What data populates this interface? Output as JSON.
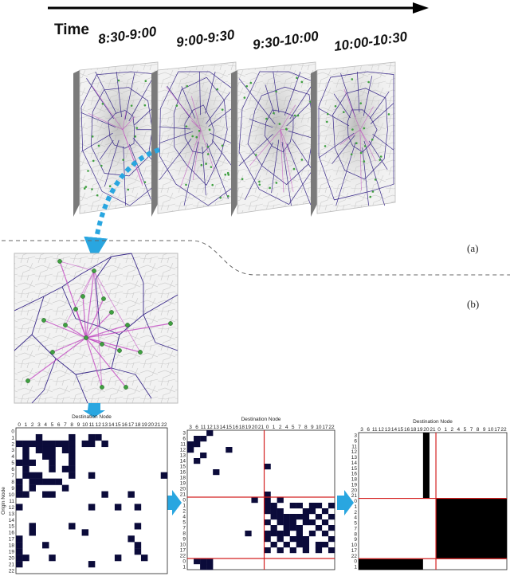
{
  "header": {
    "time_label": "Time",
    "windows": [
      "8:30-9:00",
      "9:00-9:30",
      "9:30-10:00",
      "10:00-10:30"
    ]
  },
  "labels": {
    "a": "(a)",
    "b": "(b)"
  },
  "matrices": [
    {
      "x_title": "Destination Node",
      "y_title": "Origin Node",
      "cols": [
        "0",
        "1",
        "2",
        "3",
        "4",
        "5",
        "6",
        "7",
        "8",
        "9",
        "10",
        "11",
        "12",
        "13",
        "14",
        "15",
        "16",
        "17",
        "18",
        "19",
        "20",
        "21",
        "22"
      ],
      "rows": [
        "0",
        "1",
        "2",
        "3",
        "4",
        "5",
        "6",
        "7",
        "8",
        "9",
        "10",
        "11",
        "12",
        "13",
        "14",
        "15",
        "16",
        "17",
        "18",
        "19",
        "20",
        "21",
        "22"
      ],
      "cells": [
        [
          1,
          3
        ],
        [
          1,
          8
        ],
        [
          1,
          11
        ],
        [
          1,
          12
        ],
        [
          2,
          0
        ],
        [
          2,
          1
        ],
        [
          2,
          2
        ],
        [
          2,
          3
        ],
        [
          2,
          4
        ],
        [
          2,
          5
        ],
        [
          2,
          6
        ],
        [
          2,
          7
        ],
        [
          2,
          8
        ],
        [
          2,
          10
        ],
        [
          2,
          11
        ],
        [
          2,
          13
        ],
        [
          3,
          1
        ],
        [
          3,
          3
        ],
        [
          3,
          4
        ],
        [
          3,
          5
        ],
        [
          3,
          7
        ],
        [
          3,
          8
        ],
        [
          4,
          1
        ],
        [
          4,
          4
        ],
        [
          4,
          5
        ],
        [
          4,
          8
        ],
        [
          5,
          0
        ],
        [
          5,
          1
        ],
        [
          5,
          2
        ],
        [
          5,
          5
        ],
        [
          5,
          8
        ],
        [
          6,
          1
        ],
        [
          6,
          5
        ],
        [
          6,
          7
        ],
        [
          6,
          8
        ],
        [
          7,
          1
        ],
        [
          7,
          2
        ],
        [
          7,
          3
        ],
        [
          7,
          8
        ],
        [
          7,
          11
        ],
        [
          7,
          22
        ],
        [
          8,
          0
        ],
        [
          8,
          2
        ],
        [
          8,
          3
        ],
        [
          8,
          4
        ],
        [
          8,
          5
        ],
        [
          8,
          6
        ],
        [
          9,
          0
        ],
        [
          9,
          2
        ],
        [
          9,
          7
        ],
        [
          10,
          0
        ],
        [
          10,
          1
        ],
        [
          10,
          4
        ],
        [
          10,
          5
        ],
        [
          10,
          13
        ],
        [
          10,
          17
        ],
        [
          12,
          0
        ],
        [
          12,
          11
        ],
        [
          12,
          15
        ],
        [
          12,
          18
        ],
        [
          15,
          2
        ],
        [
          15,
          8
        ],
        [
          15,
          18
        ],
        [
          16,
          2
        ],
        [
          16,
          10
        ],
        [
          17,
          0
        ],
        [
          17,
          17
        ],
        [
          18,
          0
        ],
        [
          18,
          4
        ],
        [
          18,
          18
        ],
        [
          19,
          0
        ],
        [
          19,
          18
        ],
        [
          20,
          0
        ],
        [
          20,
          1
        ],
        [
          20,
          5
        ],
        [
          20,
          15
        ],
        [
          20,
          19
        ],
        [
          21,
          0
        ],
        [
          21,
          11
        ]
      ],
      "fill_color": "#0b0b3a",
      "divider_color": "#d42020"
    },
    {
      "x_title": "Destination Node",
      "cols": [
        "3",
        "6",
        "11",
        "12",
        "13",
        "14",
        "15",
        "16",
        "18",
        "19",
        "20",
        "21",
        "0",
        "1",
        "2",
        "4",
        "5",
        "7",
        "8",
        "9",
        "10",
        "17",
        "22"
      ],
      "rows": [
        "3",
        "6",
        "11",
        "12",
        "13",
        "14",
        "15",
        "16",
        "18",
        "19",
        "20",
        "21",
        "0",
        "1",
        "2",
        "4",
        "5",
        "7",
        "8",
        "9",
        "10",
        "17",
        "22",
        "0",
        "1"
      ],
      "cells": [
        [
          0,
          3
        ],
        [
          1,
          1
        ],
        [
          1,
          2
        ],
        [
          2,
          0
        ],
        [
          2,
          1
        ],
        [
          3,
          0
        ],
        [
          3,
          6
        ],
        [
          4,
          2
        ],
        [
          5,
          1
        ],
        [
          6,
          12
        ],
        [
          7,
          4
        ],
        [
          11,
          12
        ],
        [
          12,
          10
        ],
        [
          12,
          12
        ],
        [
          12,
          14
        ],
        [
          13,
          12
        ],
        [
          13,
          13
        ],
        [
          13,
          16
        ],
        [
          13,
          17
        ],
        [
          13,
          19
        ],
        [
          13,
          20
        ],
        [
          13,
          22
        ],
        [
          14,
          12
        ],
        [
          14,
          13
        ],
        [
          14,
          14
        ],
        [
          14,
          18
        ],
        [
          14,
          19
        ],
        [
          14,
          21
        ],
        [
          15,
          13
        ],
        [
          15,
          14
        ],
        [
          15,
          15
        ],
        [
          15,
          16
        ],
        [
          15,
          17
        ],
        [
          15,
          18
        ],
        [
          15,
          20
        ],
        [
          15,
          22
        ],
        [
          16,
          12
        ],
        [
          16,
          14
        ],
        [
          16,
          15
        ],
        [
          16,
          16
        ],
        [
          16,
          18
        ],
        [
          16,
          19
        ],
        [
          16,
          21
        ],
        [
          17,
          13
        ],
        [
          17,
          15
        ],
        [
          17,
          16
        ],
        [
          17,
          17
        ],
        [
          17,
          20
        ],
        [
          17,
          22
        ],
        [
          18,
          9
        ],
        [
          18,
          12
        ],
        [
          18,
          13
        ],
        [
          18,
          14
        ],
        [
          18,
          15
        ],
        [
          18,
          17
        ],
        [
          18,
          19
        ],
        [
          18,
          21
        ],
        [
          19,
          12
        ],
        [
          19,
          14
        ],
        [
          19,
          16
        ],
        [
          19,
          17
        ],
        [
          19,
          18
        ],
        [
          19,
          22
        ],
        [
          20,
          13
        ],
        [
          20,
          15
        ],
        [
          20,
          17
        ],
        [
          20,
          18
        ],
        [
          20,
          20
        ],
        [
          20,
          21
        ],
        [
          21,
          12
        ],
        [
          21,
          14
        ],
        [
          21,
          16
        ],
        [
          21,
          18
        ],
        [
          21,
          20
        ],
        [
          21,
          22
        ],
        [
          23,
          1
        ],
        [
          23,
          2
        ],
        [
          23,
          3
        ],
        [
          24,
          2
        ],
        [
          24,
          3
        ]
      ],
      "fill_color": "#0b0b3a",
      "divider_color": "#d42020"
    },
    {
      "x_title": "Destination Node",
      "cols": [
        "3",
        "6",
        "11",
        "12",
        "13",
        "14",
        "15",
        "16",
        "18",
        "19",
        "20",
        "21",
        "0",
        "1",
        "2",
        "4",
        "5",
        "7",
        "8",
        "9",
        "10",
        "17",
        "22"
      ],
      "rows": [
        "3",
        "6",
        "11",
        "12",
        "13",
        "14",
        "15",
        "16",
        "18",
        "19",
        "20",
        "21",
        "0",
        "1",
        "2",
        "4",
        "5",
        "7",
        "8",
        "9",
        "10",
        "17",
        "22",
        "0",
        "1"
      ],
      "blocks": [
        {
          "r0": 0,
          "r1": 12,
          "c0": 10,
          "c1": 11
        },
        {
          "r0": 12,
          "r1": 23,
          "c0": 12,
          "c1": 23
        },
        {
          "r0": 23,
          "r1": 25,
          "c0": 0,
          "c1": 10
        }
      ],
      "fill_color": "#000000",
      "divider_color": "#d42020"
    }
  ],
  "colors": {
    "voronoi": "#3a2a8a",
    "flow": "#c040c0",
    "node": "#3fa040",
    "link": "#29a6e0",
    "arrow_fill": "#29a6e0"
  }
}
